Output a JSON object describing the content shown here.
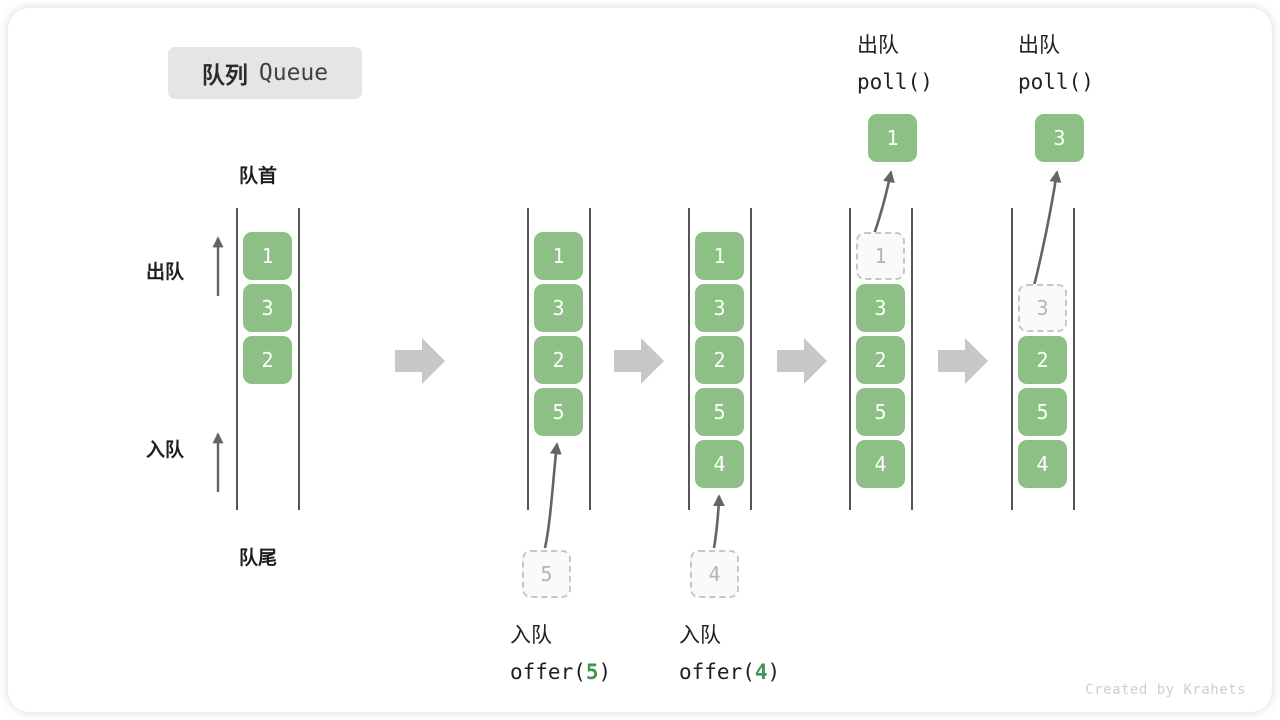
{
  "title": {
    "cn": "队列",
    "en": "Queue"
  },
  "credit": "Created by Krahets",
  "side_labels": {
    "head": "队首",
    "tail": "队尾",
    "dequeue": "出队",
    "enqueue": "入队"
  },
  "colors": {
    "cell_fill": "#8cc084",
    "cell_text": "#ffffff",
    "ghost_fill": "#fafafa",
    "ghost_border": "#c6c6c6",
    "ghost_text": "#b4b4b4",
    "rail": "#555555",
    "arrow": "#646464",
    "step_arrow": "#c7c7c7",
    "badge_bg": "#e5e5e5",
    "accent_green": "#3f9552",
    "credit": "#cfcfcf"
  },
  "columns": [
    {
      "name": "initial-queue",
      "cells": [
        {
          "value": "1",
          "state": "filled"
        },
        {
          "value": "3",
          "state": "filled"
        },
        {
          "value": "2",
          "state": "filled"
        }
      ]
    },
    {
      "name": "after-offer-5",
      "cells": [
        {
          "value": "1",
          "state": "filled"
        },
        {
          "value": "3",
          "state": "filled"
        },
        {
          "value": "2",
          "state": "filled"
        },
        {
          "value": "5",
          "state": "filled"
        }
      ],
      "incoming": {
        "value": "5",
        "state": "ghost"
      },
      "caption_cn": "入队",
      "caption_code_prefix": "offer(",
      "caption_code_value": "5",
      "caption_code_suffix": ")"
    },
    {
      "name": "after-offer-4",
      "cells": [
        {
          "value": "1",
          "state": "filled"
        },
        {
          "value": "3",
          "state": "filled"
        },
        {
          "value": "2",
          "state": "filled"
        },
        {
          "value": "5",
          "state": "filled"
        },
        {
          "value": "4",
          "state": "filled"
        }
      ],
      "incoming": {
        "value": "4",
        "state": "ghost"
      },
      "caption_cn": "入队",
      "caption_code_prefix": "offer(",
      "caption_code_value": "4",
      "caption_code_suffix": ")"
    },
    {
      "name": "after-poll-1",
      "cells": [
        {
          "value": "1",
          "state": "ghost"
        },
        {
          "value": "3",
          "state": "filled"
        },
        {
          "value": "2",
          "state": "filled"
        },
        {
          "value": "5",
          "state": "filled"
        },
        {
          "value": "4",
          "state": "filled"
        }
      ],
      "popped": {
        "value": "1"
      },
      "caption_cn": "出队",
      "caption_code": "poll()"
    },
    {
      "name": "after-poll-3",
      "cells": [
        {
          "value": "",
          "state": "empty"
        },
        {
          "value": "3",
          "state": "ghost"
        },
        {
          "value": "2",
          "state": "filled"
        },
        {
          "value": "5",
          "state": "filled"
        },
        {
          "value": "4",
          "state": "filled"
        }
      ],
      "popped": {
        "value": "3"
      },
      "caption_cn": "出队",
      "caption_code": "poll()"
    }
  ]
}
